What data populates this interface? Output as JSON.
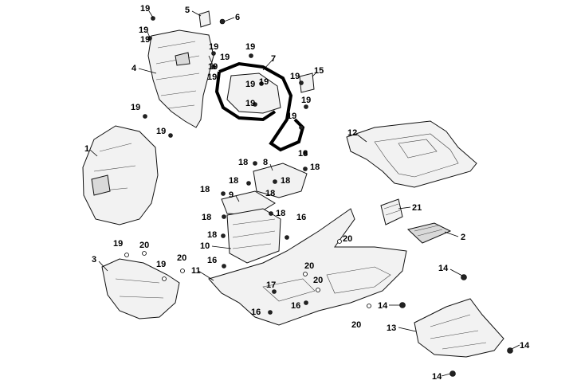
{
  "diagram": {
    "callouts": [
      {
        "id": "c-19a",
        "text": "19"
      },
      {
        "id": "c-5",
        "text": "5"
      },
      {
        "id": "c-6",
        "text": "6"
      },
      {
        "id": "c-19b",
        "text": "19"
      },
      {
        "id": "c-19c",
        "text": "19"
      },
      {
        "id": "c-4",
        "text": "4"
      },
      {
        "id": "c-19d",
        "text": "19"
      },
      {
        "id": "c-19e",
        "text": "19"
      },
      {
        "id": "c-7",
        "text": "7"
      },
      {
        "id": "c-19f",
        "text": "19"
      },
      {
        "id": "c-19g",
        "text": "19"
      },
      {
        "id": "c-19h",
        "text": "19"
      },
      {
        "id": "c-19i",
        "text": "19"
      },
      {
        "id": "c-15",
        "text": "15"
      },
      {
        "id": "c-19j",
        "text": "19"
      },
      {
        "id": "c-19k",
        "text": "19"
      },
      {
        "id": "c-19l",
        "text": "19"
      },
      {
        "id": "c-19m",
        "text": "19"
      },
      {
        "id": "c-19n",
        "text": "19"
      },
      {
        "id": "c-19o",
        "text": "19"
      },
      {
        "id": "c-19p",
        "text": "19"
      },
      {
        "id": "c-1",
        "text": "1"
      },
      {
        "id": "c-12",
        "text": "12"
      },
      {
        "id": "c-18a",
        "text": "18"
      },
      {
        "id": "c-8",
        "text": "8"
      },
      {
        "id": "c-18b",
        "text": "18"
      },
      {
        "id": "c-18c",
        "text": "18"
      },
      {
        "id": "c-18d",
        "text": "18"
      },
      {
        "id": "c-18e",
        "text": "18"
      },
      {
        "id": "c-18f",
        "text": "18"
      },
      {
        "id": "c-9",
        "text": "9"
      },
      {
        "id": "c-18g",
        "text": "18"
      },
      {
        "id": "c-18h",
        "text": "18"
      },
      {
        "id": "c-18i",
        "text": "18"
      },
      {
        "id": "c-16a",
        "text": "16"
      },
      {
        "id": "c-21",
        "text": "21"
      },
      {
        "id": "c-2",
        "text": "2"
      },
      {
        "id": "c-18j",
        "text": "18"
      },
      {
        "id": "c-20a",
        "text": "20"
      },
      {
        "id": "c-10",
        "text": "10"
      },
      {
        "id": "c-19q",
        "text": "19"
      },
      {
        "id": "c-20b",
        "text": "20"
      },
      {
        "id": "c-3",
        "text": "3"
      },
      {
        "id": "c-19r",
        "text": "19"
      },
      {
        "id": "c-20c",
        "text": "20"
      },
      {
        "id": "c-16b",
        "text": "16"
      },
      {
        "id": "c-11",
        "text": "11"
      },
      {
        "id": "c-20d",
        "text": "20"
      },
      {
        "id": "c-14a",
        "text": "14"
      },
      {
        "id": "c-17",
        "text": "17"
      },
      {
        "id": "c-20e",
        "text": "20"
      },
      {
        "id": "c-16c",
        "text": "16"
      },
      {
        "id": "c-14b",
        "text": "14"
      },
      {
        "id": "c-16d",
        "text": "16"
      },
      {
        "id": "c-20f",
        "text": "20"
      },
      {
        "id": "c-13",
        "text": "13"
      },
      {
        "id": "c-14c",
        "text": "14"
      },
      {
        "id": "c-14d",
        "text": "14"
      }
    ]
  }
}
